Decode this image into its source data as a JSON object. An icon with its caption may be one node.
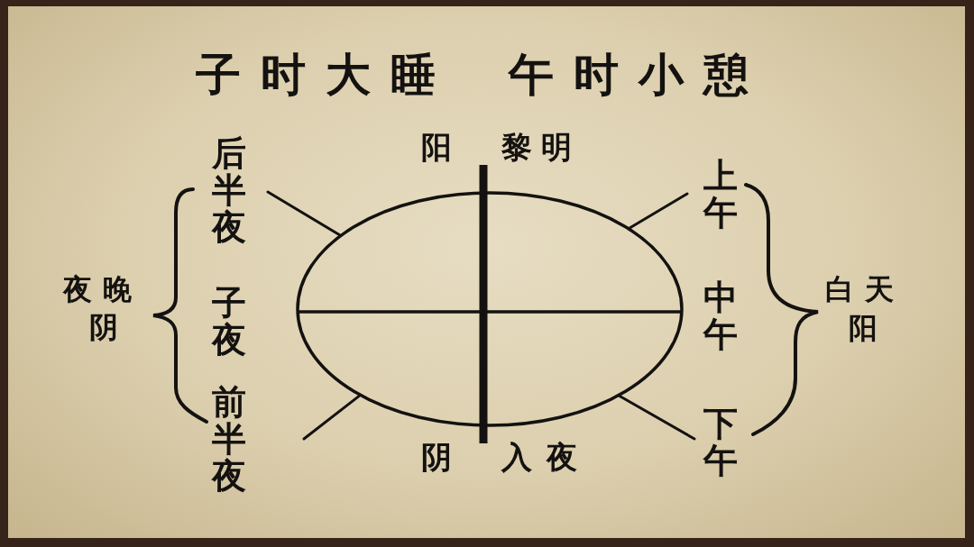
{
  "diagram": {
    "title": "子时大睡 午时小憩",
    "nodes": [
      {
        "text": [
          "后半夜"
        ]
      },
      {
        "text": [
          "上午"
        ]
      },
      {
        "text": [],
        "shape": "ellipse"
      },
      {
        "text": [
          "前半夜"
        ]
      },
      {
        "text": [
          "下午"
        ]
      }
    ],
    "edges": [
      {
        "from": 0,
        "to": 2,
        "arrow": "none"
      },
      {
        "from": 1,
        "to": 2,
        "arrow": "none"
      },
      {
        "from": 3,
        "to": 2,
        "arrow": "none"
      },
      {
        "from": 4,
        "to": 2,
        "arrow": "none"
      }
    ],
    "labels": [
      "阳",
      "黎明",
      "夜晚",
      "子夜",
      "中午",
      "白天",
      "阴",
      "阳",
      "阴",
      "入夜"
    ]
  }
}
